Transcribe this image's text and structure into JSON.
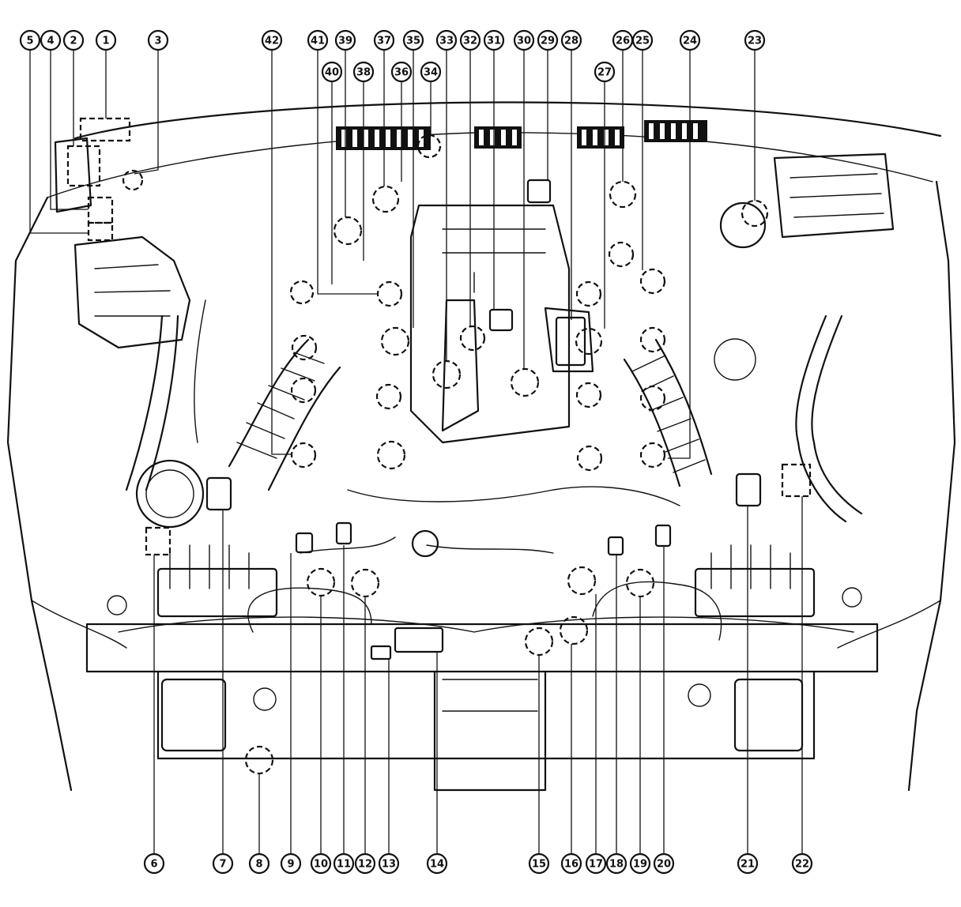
{
  "diagram": {
    "callouts": [
      {
        "id": 1,
        "label": "1",
        "side": "top",
        "target": "box"
      },
      {
        "id": 2,
        "label": "2",
        "side": "top",
        "target": "box"
      },
      {
        "id": 3,
        "label": "3",
        "side": "top",
        "target": "ring"
      },
      {
        "id": 4,
        "label": "4",
        "side": "top",
        "target": "box"
      },
      {
        "id": 5,
        "label": "5",
        "side": "top",
        "target": "box"
      },
      {
        "id": 6,
        "label": "6",
        "side": "bottom",
        "target": "box"
      },
      {
        "id": 7,
        "label": "7",
        "side": "bottom",
        "target": "part"
      },
      {
        "id": 8,
        "label": "8",
        "side": "bottom",
        "target": "ring"
      },
      {
        "id": 9,
        "label": "9",
        "side": "bottom",
        "target": "part"
      },
      {
        "id": 10,
        "label": "10",
        "side": "bottom",
        "target": "ring"
      },
      {
        "id": 11,
        "label": "11",
        "side": "bottom",
        "target": "part"
      },
      {
        "id": 12,
        "label": "12",
        "side": "bottom",
        "target": "ring"
      },
      {
        "id": 13,
        "label": "13",
        "side": "bottom",
        "target": "part"
      },
      {
        "id": 14,
        "label": "14",
        "side": "bottom",
        "target": "part"
      },
      {
        "id": 15,
        "label": "15",
        "side": "bottom",
        "target": "ring"
      },
      {
        "id": 16,
        "label": "16",
        "side": "bottom",
        "target": "ring"
      },
      {
        "id": 17,
        "label": "17",
        "side": "bottom",
        "target": "ring"
      },
      {
        "id": 18,
        "label": "18",
        "side": "bottom",
        "target": "part"
      },
      {
        "id": 19,
        "label": "19",
        "side": "bottom",
        "target": "ring"
      },
      {
        "id": 20,
        "label": "20",
        "side": "bottom",
        "target": "part"
      },
      {
        "id": 21,
        "label": "21",
        "side": "bottom",
        "target": "part"
      },
      {
        "id": 22,
        "label": "22",
        "side": "bottom",
        "target": "box"
      },
      {
        "id": 23,
        "label": "23",
        "side": "top",
        "target": "ring"
      },
      {
        "id": 24,
        "label": "24",
        "side": "top",
        "target": "part"
      },
      {
        "id": 25,
        "label": "25",
        "side": "top",
        "target": "ring"
      },
      {
        "id": 26,
        "label": "26",
        "side": "top",
        "target": "ring"
      },
      {
        "id": 27,
        "label": "27",
        "side": "top",
        "target": "ring"
      },
      {
        "id": 28,
        "label": "28",
        "side": "top",
        "target": "part"
      },
      {
        "id": 29,
        "label": "29",
        "side": "top",
        "target": "part"
      },
      {
        "id": 30,
        "label": "30",
        "side": "top",
        "target": "ring"
      },
      {
        "id": 31,
        "label": "31",
        "side": "top",
        "target": "part"
      },
      {
        "id": 32,
        "label": "32",
        "side": "top",
        "target": "ring"
      },
      {
        "id": 33,
        "label": "33",
        "side": "top",
        "target": "ring"
      },
      {
        "id": 34,
        "label": "34",
        "side": "top",
        "target": "ring"
      },
      {
        "id": 35,
        "label": "35",
        "side": "top",
        "target": "ring"
      },
      {
        "id": 36,
        "label": "36",
        "side": "top",
        "target": "part"
      },
      {
        "id": 37,
        "label": "37",
        "side": "top",
        "target": "ring"
      },
      {
        "id": 38,
        "label": "38",
        "side": "top",
        "target": "part"
      },
      {
        "id": 39,
        "label": "39",
        "side": "top",
        "target": "ring"
      },
      {
        "id": 40,
        "label": "40",
        "side": "top",
        "target": "ring"
      },
      {
        "id": 41,
        "label": "41",
        "side": "top",
        "target": "ring"
      },
      {
        "id": 42,
        "label": "42",
        "side": "top",
        "target": "part"
      }
    ]
  }
}
